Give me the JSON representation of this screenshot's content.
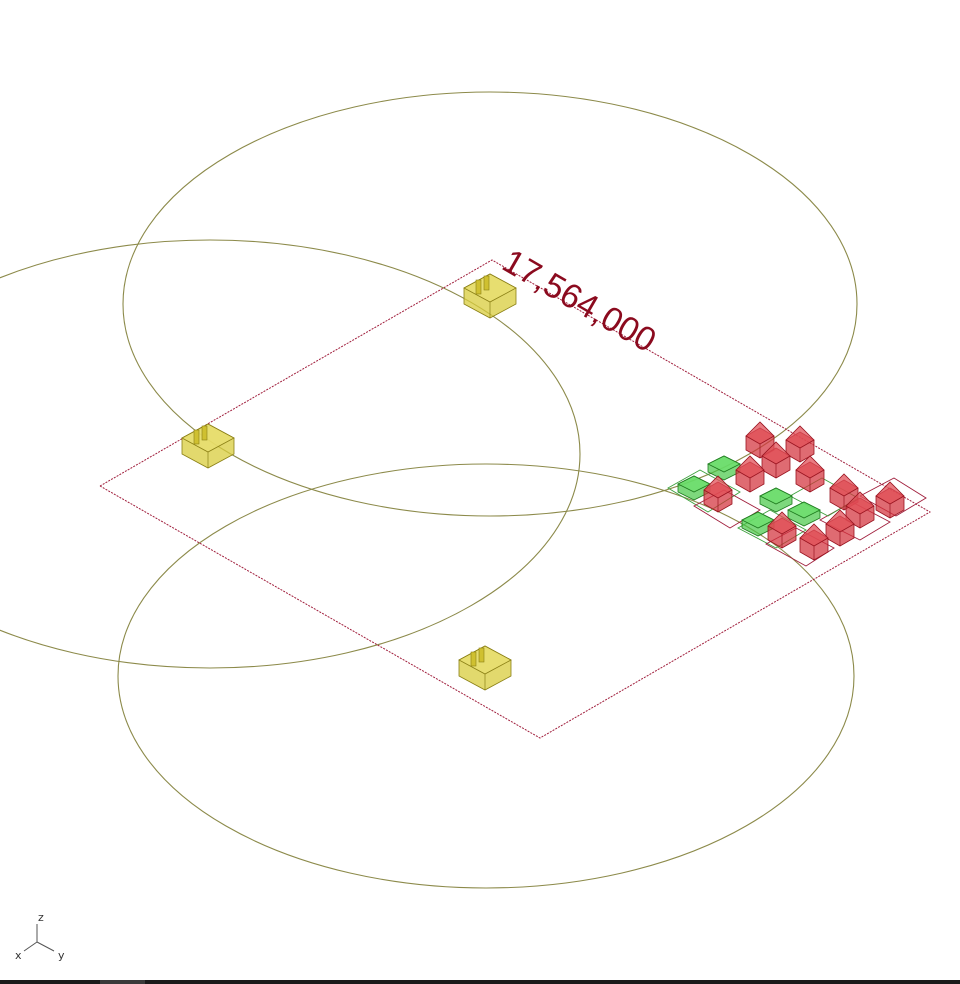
{
  "viewport": {
    "dimension_value": "17,564,000",
    "colors": {
      "coverage_circle": "#8c8a4a",
      "site_boundary": "#a01e3c",
      "dimension_text": "#8b0a1e",
      "building_red": "#d2323c",
      "building_green": "#46c846",
      "building_yellow": "#d8cc3c",
      "background": "#ffffff"
    }
  },
  "axis_gizmo": {
    "z_label": "z",
    "x_label": "x",
    "y_label": "y"
  }
}
